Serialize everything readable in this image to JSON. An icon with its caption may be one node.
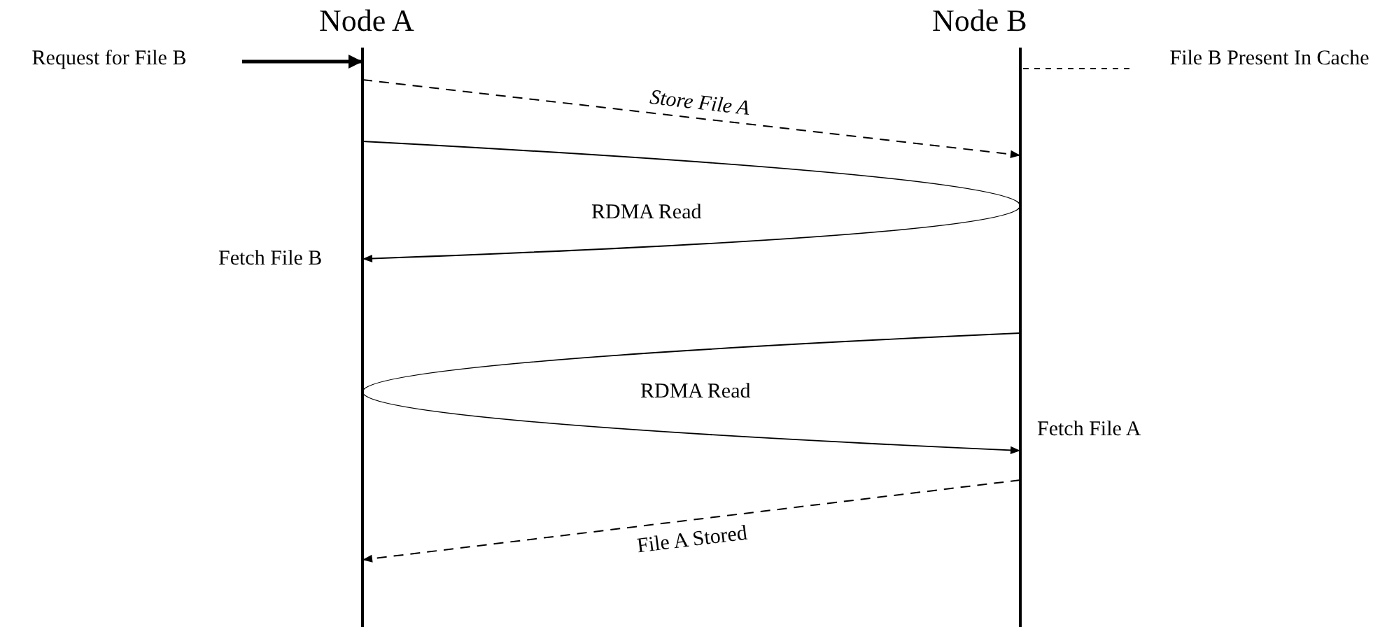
{
  "diagram": {
    "nodes": [
      {
        "text": [
          "Node A"
        ]
      },
      {
        "text": [
          "Node B"
        ]
      },
      {
        "text": [
          "Request for File B"
        ]
      },
      {
        "text": [
          "File B Present In Cache"
        ]
      }
    ],
    "edges": [
      {
        "from": 2,
        "to": 0,
        "arrow": "to",
        "style": "thick"
      },
      {
        "from": 3,
        "to": 1,
        "arrow": "none",
        "style": "dashed"
      },
      {
        "from": 0,
        "to": 1,
        "arrow": "to",
        "style": "dashed",
        "label": "Store File A"
      },
      {
        "from": 0,
        "to": 0,
        "arrow": "to",
        "label": "RDMA Read"
      },
      {
        "from": 1,
        "to": 1,
        "arrow": "to",
        "label": "RDMA Read"
      },
      {
        "from": 1,
        "to": 0,
        "arrow": "to",
        "style": "dashed",
        "label": "File A Stored"
      }
    ],
    "labels": [
      "Fetch File B",
      "Fetch File A"
    ]
  }
}
